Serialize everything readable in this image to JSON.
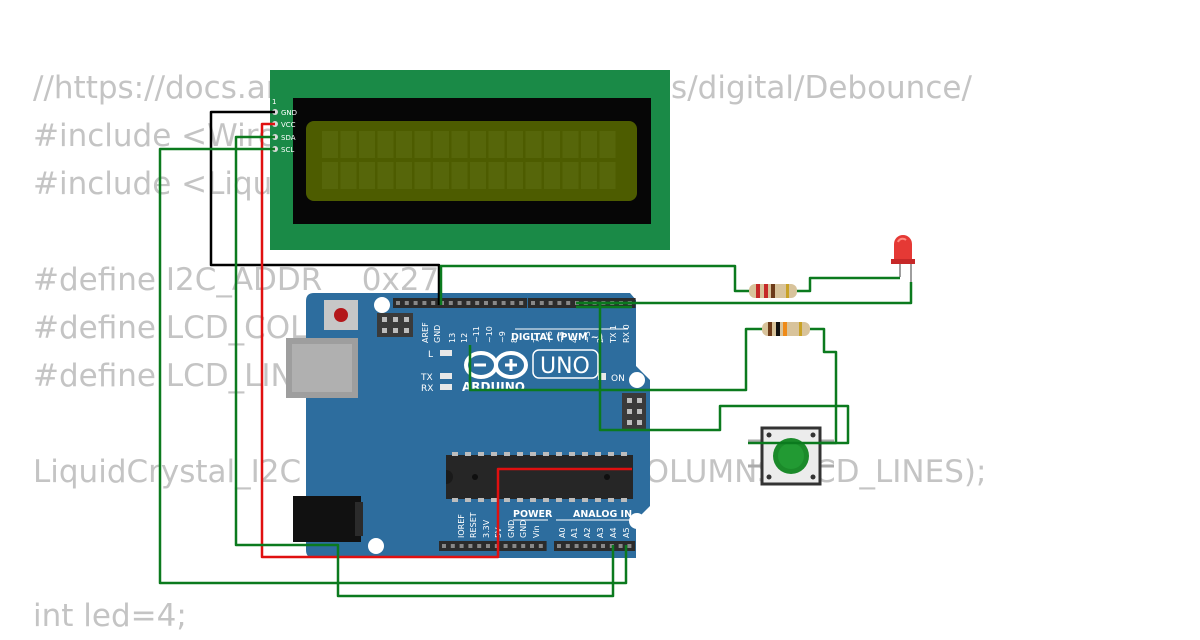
{
  "code_lines": [
    "//https://docs.arduino.cc/built-in-examples/digital/Debounce/",
    "#include <Wire.h>",
    "#include <LiquidCrystal_I2C.h>",
    "",
    "#define I2C_ADDR    0x27",
    "#define LCD_COLUMNS 16",
    "#define LCD_LINES   2",
    "",
    "LiquidCrystal_I2C lcd(I2C_ADDR, LCD_COLUMNS, LCD_LINES);",
    "",
    "",
    "int led=4;"
  ],
  "lcd": {
    "pin_number": "1",
    "pins": [
      "GND",
      "VCC",
      "SDA",
      "SCL"
    ],
    "colors": {
      "pcb": "#1a8a47",
      "screen": "#4d5c00"
    }
  },
  "arduino": {
    "board_color": "#2d6d9e",
    "brand": "ARDUINO",
    "model": "UNO",
    "digital_label": "DIGITAL (PWM ~)",
    "power_label": "POWER",
    "analog_label": "ANALOG IN",
    "on_label": "ON",
    "l_label": "L",
    "tx_label": "TX",
    "rx_label": "RX",
    "digital_pins": [
      "AREF",
      "GND",
      "13",
      "12",
      "~11",
      "~10",
      "~9",
      "8",
      "7",
      "~6",
      "~5",
      "4",
      "~3",
      "2",
      "TX 1",
      "RX 0"
    ],
    "power_pins": [
      "IOREF",
      "RESET",
      "3.3V",
      "5V",
      "GND",
      "GND",
      "Vin"
    ],
    "analog_pins": [
      "A0",
      "A1",
      "A2",
      "A3",
      "A4",
      "A5"
    ]
  },
  "components": {
    "led_color": "#e53935",
    "button_color": "#1b8a2a",
    "wire_colors": {
      "gnd": "#000000",
      "vcc": "#e01010",
      "signal": "#0b7a1e"
    }
  }
}
